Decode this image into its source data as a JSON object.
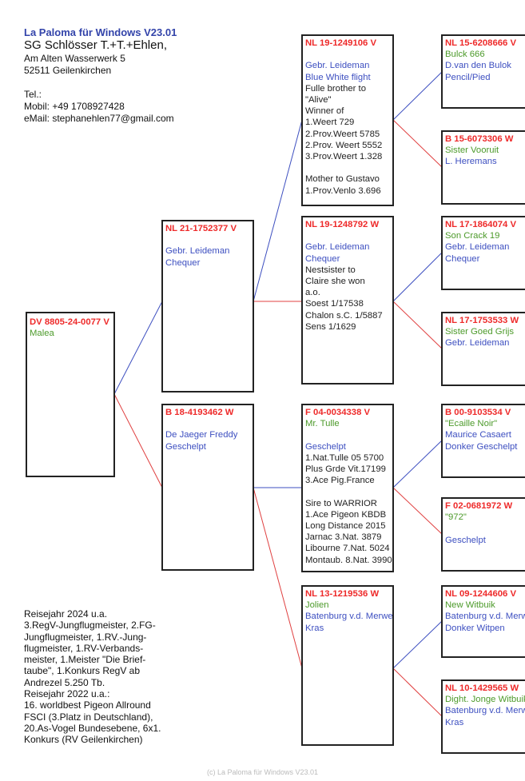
{
  "header": {
    "app_title": "La Paloma für Windows V23.01",
    "owner": "SG Schlösser T.+T.+Ehlen,",
    "street": "Am Alten Wasserwerk 5",
    "city": "52511 Geilenkirchen",
    "tel": "Tel.:",
    "mobile": "Mobil: +49 1708927428",
    "email": "eMail: stephanehlen77@gmail.com"
  },
  "notes": [
    "Reisejahr 2024 u.a.",
    "3.RegV-Jungflugmeister, 2.FG-",
    "Jungflugmeister, 1.RV.-Jung-",
    "flugmeister, 1.RV-Verbands-",
    "meister, 1.Meister \"Die Brief-",
    "taube\", 1.Konkurs RegV ab",
    "Andrezel 5.250 Tb.",
    "Reisejahr 2022 u.a.:",
    "16. worldbest Pigeon Allround",
    "FSCI (3.Platz in Deutschland),",
    "20.As-Vogel Bundesebene, 6x1.",
    "Konkurs (RV Geilenkirchen)"
  ],
  "colors": {
    "ring": "#ee2a2a",
    "name": "#4c9a2a",
    "breeder": "#3d4fc0",
    "text": "#222222",
    "sire_line": "#3d4fc0",
    "dam_line": "#e04040"
  },
  "pedigree": [
    {
      "id": "subject",
      "lines": [
        [
          "r",
          "DV 8805-24-0077 V"
        ],
        [
          "g",
          "Malea"
        ]
      ]
    },
    {
      "id": "sire",
      "lines": [
        [
          "r",
          "NL 21-1752377 V"
        ],
        [
          "k",
          ""
        ],
        [
          "b",
          "Gebr. Leideman"
        ],
        [
          "b",
          "Chequer"
        ]
      ]
    },
    {
      "id": "dam",
      "lines": [
        [
          "r",
          "B  18-4193462 W"
        ],
        [
          "k",
          ""
        ],
        [
          "b",
          "De Jaeger Freddy"
        ],
        [
          "b",
          "Geschelpt"
        ]
      ]
    },
    {
      "id": "sire-sire",
      "lines": [
        [
          "r",
          "NL 19-1249106 V"
        ],
        [
          "k",
          ""
        ],
        [
          "b",
          "Gebr. Leideman"
        ],
        [
          "b",
          "Blue White flight"
        ],
        [
          "k",
          "Fulle brother to"
        ],
        [
          "k",
          "\"Alive\""
        ],
        [
          "k",
          "Winner of"
        ],
        [
          "k",
          "1.Weert 729"
        ],
        [
          "k",
          "2.Prov.Weert 5785"
        ],
        [
          "k",
          "2.Prov. Weert 5552"
        ],
        [
          "k",
          "3.Prov.Weert 1.328"
        ],
        [
          "k",
          ""
        ],
        [
          "k",
          "Mother to Gustavo"
        ],
        [
          "k",
          "1.Prov.Venlo 3.696"
        ]
      ]
    },
    {
      "id": "sire-dam",
      "lines": [
        [
          "r",
          "NL 19-1248792 W"
        ],
        [
          "k",
          ""
        ],
        [
          "b",
          "Gebr. Leideman"
        ],
        [
          "b",
          "Chequer"
        ],
        [
          "k",
          "Nestsister to"
        ],
        [
          "k",
          "Claire  she won"
        ],
        [
          "k",
          "a.o."
        ],
        [
          "k",
          "Soest 1/17538"
        ],
        [
          "k",
          "Chalon s.C. 1/5887"
        ],
        [
          "k",
          "Sens 1/1629"
        ]
      ]
    },
    {
      "id": "dam-sire",
      "lines": [
        [
          "r",
          "F  04-0034338 V"
        ],
        [
          "g",
          "Mr. Tulle"
        ],
        [
          "k",
          ""
        ],
        [
          "b",
          "Geschelpt"
        ],
        [
          "k",
          "1.Nat.Tulle 05 5700"
        ],
        [
          "k",
          "Plus Grde Vit.17199"
        ],
        [
          "k",
          "3.Ace Pig.France"
        ],
        [
          "k",
          ""
        ],
        [
          "k",
          "Sire to WARRIOR"
        ],
        [
          "k",
          "1.Ace Pigeon KBDB"
        ],
        [
          "k",
          "Long Distance 2015"
        ],
        [
          "k",
          "Jarnac 3.Nat. 3879"
        ],
        [
          "k",
          "Libourne 7.Nat. 5024"
        ],
        [
          "k",
          "Montaub. 8.Nat. 3990"
        ]
      ]
    },
    {
      "id": "dam-dam",
      "lines": [
        [
          "r",
          "NL 13-1219536 W"
        ],
        [
          "g",
          "Jolien"
        ],
        [
          "b",
          "Batenburg v.d. Merwe"
        ],
        [
          "b",
          "Kras"
        ]
      ]
    },
    {
      "id": "ss-sire",
      "lines": [
        [
          "r",
          "NL 15-6208666 V"
        ],
        [
          "g",
          "Bulck 666"
        ],
        [
          "b",
          "D.van den Bulok"
        ],
        [
          "b",
          "Pencil/Pied"
        ]
      ]
    },
    {
      "id": "ss-dam",
      "lines": [
        [
          "r",
          "B  15-6073306 W"
        ],
        [
          "g",
          "Sister Vooruit"
        ],
        [
          "b",
          "L. Heremans"
        ]
      ]
    },
    {
      "id": "sd-sire",
      "lines": [
        [
          "r",
          "NL 17-1864074 V"
        ],
        [
          "g",
          "Son Crack 19"
        ],
        [
          "b",
          "Gebr. Leideman"
        ],
        [
          "b",
          "Chequer"
        ]
      ]
    },
    {
      "id": "sd-dam",
      "lines": [
        [
          "r",
          "NL 17-1753533 W"
        ],
        [
          "g",
          "Sister Goed Grijs"
        ],
        [
          "b",
          "Gebr. Leideman"
        ]
      ]
    },
    {
      "id": "ds-sire",
      "lines": [
        [
          "r",
          "B  00-9103534 V"
        ],
        [
          "g",
          "\"Ecaille Noir\""
        ],
        [
          "b",
          "Maurice Casaert"
        ],
        [
          "b",
          "Donker Geschelpt"
        ]
      ]
    },
    {
      "id": "ds-dam",
      "lines": [
        [
          "r",
          "F  02-0681972 W"
        ],
        [
          "g",
          "\"972\""
        ],
        [
          "k",
          ""
        ],
        [
          "b",
          "Geschelpt"
        ]
      ]
    },
    {
      "id": "dd-sire",
      "lines": [
        [
          "r",
          "NL 09-1244606 V"
        ],
        [
          "g",
          "New Witbuik"
        ],
        [
          "b",
          "Batenburg v.d. Merwe"
        ],
        [
          "b",
          "Donker Witpen"
        ]
      ]
    },
    {
      "id": "dd-dam",
      "lines": [
        [
          "r",
          "NL 10-1429565 W"
        ],
        [
          "g",
          "Dight. Jonge Witbuik"
        ],
        [
          "b",
          "Batenburg v.d. Merwe"
        ],
        [
          "b",
          "Kras"
        ]
      ]
    }
  ],
  "footer": "(c) La Paloma für Windows V23.01"
}
